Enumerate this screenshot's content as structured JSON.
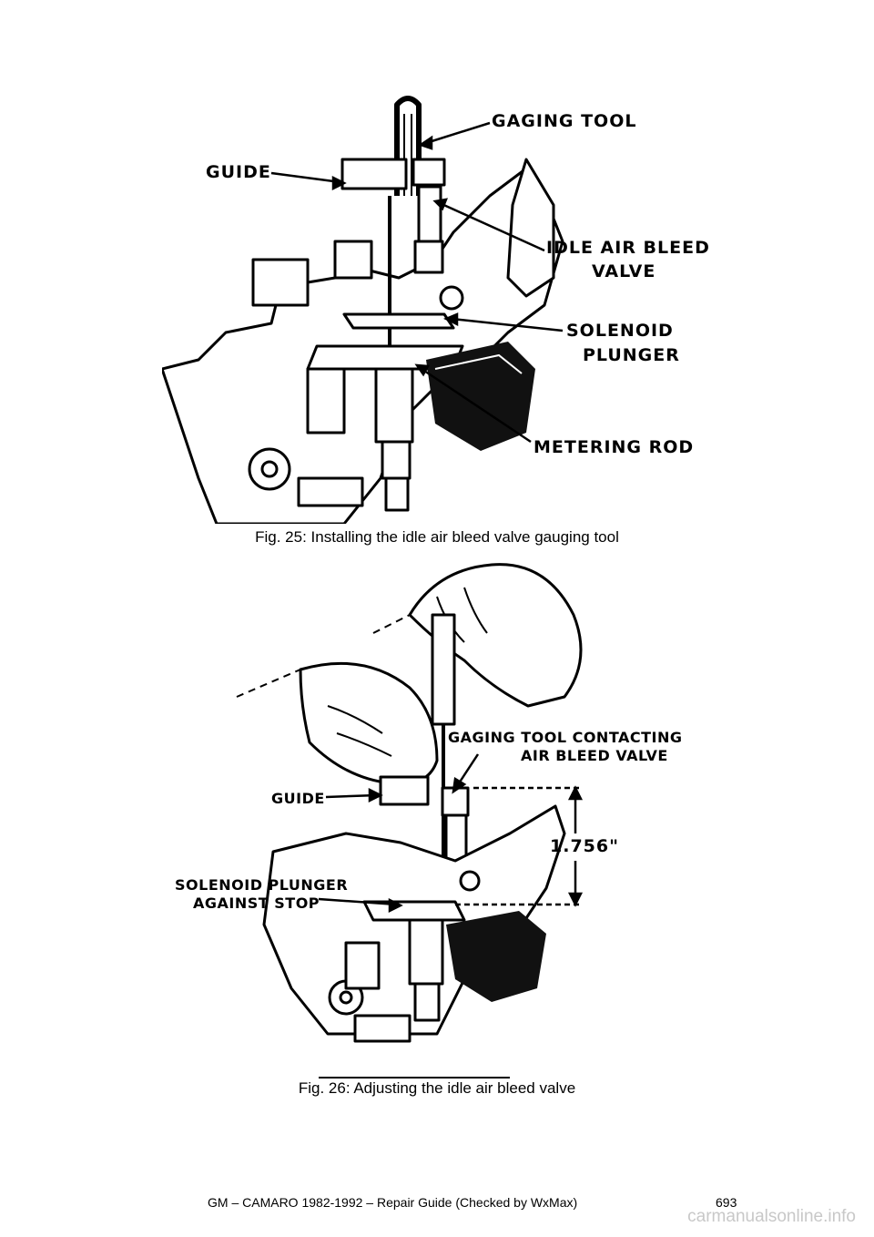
{
  "figures": [
    {
      "callouts": {
        "gaging_tool": "GAGING TOOL",
        "guide": "GUIDE",
        "idle_air_bleed_1": "IDLE AIR BLEED",
        "idle_air_bleed_2": "VALVE",
        "solenoid_1": "SOLENOID",
        "solenoid_2": "PLUNGER",
        "metering_rod": "METERING ROD"
      },
      "caption": "Fig. 25: Installing the idle air bleed valve gauging tool"
    },
    {
      "callouts": {
        "gaging_contact_1": "GAGING TOOL CONTACTING",
        "gaging_contact_2": "AIR BLEED VALVE",
        "guide": "GUIDE",
        "dimension": "1.756\"",
        "solenoid_1": "SOLENOID PLUNGER",
        "solenoid_2": "AGAINST STOP"
      },
      "caption": "Fig. 26: Adjusting the idle air bleed valve"
    }
  ],
  "footer": {
    "title": "GM – CAMARO 1982-1992 – Repair Guide (Checked by WxMax)",
    "page_number": "693"
  },
  "watermark": "carmanualsonline.info"
}
